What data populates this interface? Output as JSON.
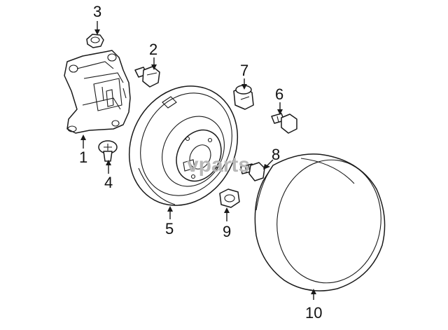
{
  "watermark": {
    "text": "vparts"
  },
  "callouts": [
    {
      "id": "1",
      "label": "1"
    },
    {
      "id": "2",
      "label": "2"
    },
    {
      "id": "3",
      "label": "3"
    },
    {
      "id": "4",
      "label": "4"
    },
    {
      "id": "5",
      "label": "5"
    },
    {
      "id": "6",
      "label": "6"
    },
    {
      "id": "7",
      "label": "7"
    },
    {
      "id": "8",
      "label": "8"
    },
    {
      "id": "9",
      "label": "9"
    },
    {
      "id": "10",
      "label": "10"
    }
  ],
  "colors": {
    "line": "#1a1a1a",
    "background": "#ffffff",
    "watermark": "#b8b8b8"
  }
}
